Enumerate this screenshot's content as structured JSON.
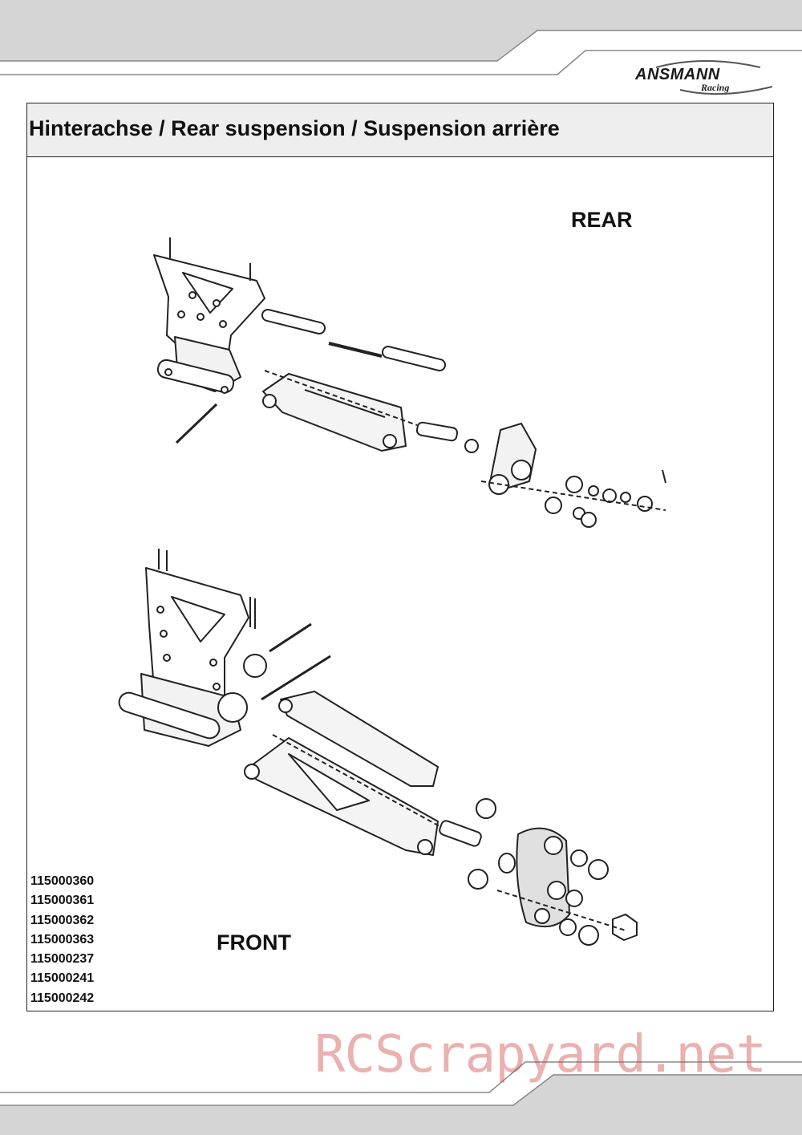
{
  "brand": {
    "logo_text": "ANSMANN",
    "logo_sub": "Racing",
    "accent_color": "#d9d9d9"
  },
  "header": {
    "title": "Hinterachse / Rear suspension / Suspension arrière"
  },
  "diagram": {
    "rear_label": "REAR",
    "front_label": "FRONT"
  },
  "part_numbers": [
    "115000360",
    "115000361",
    "115000362",
    "115000363",
    "115000237",
    "115000241",
    "115000242"
  ],
  "watermark": "RCScrapyard.net"
}
